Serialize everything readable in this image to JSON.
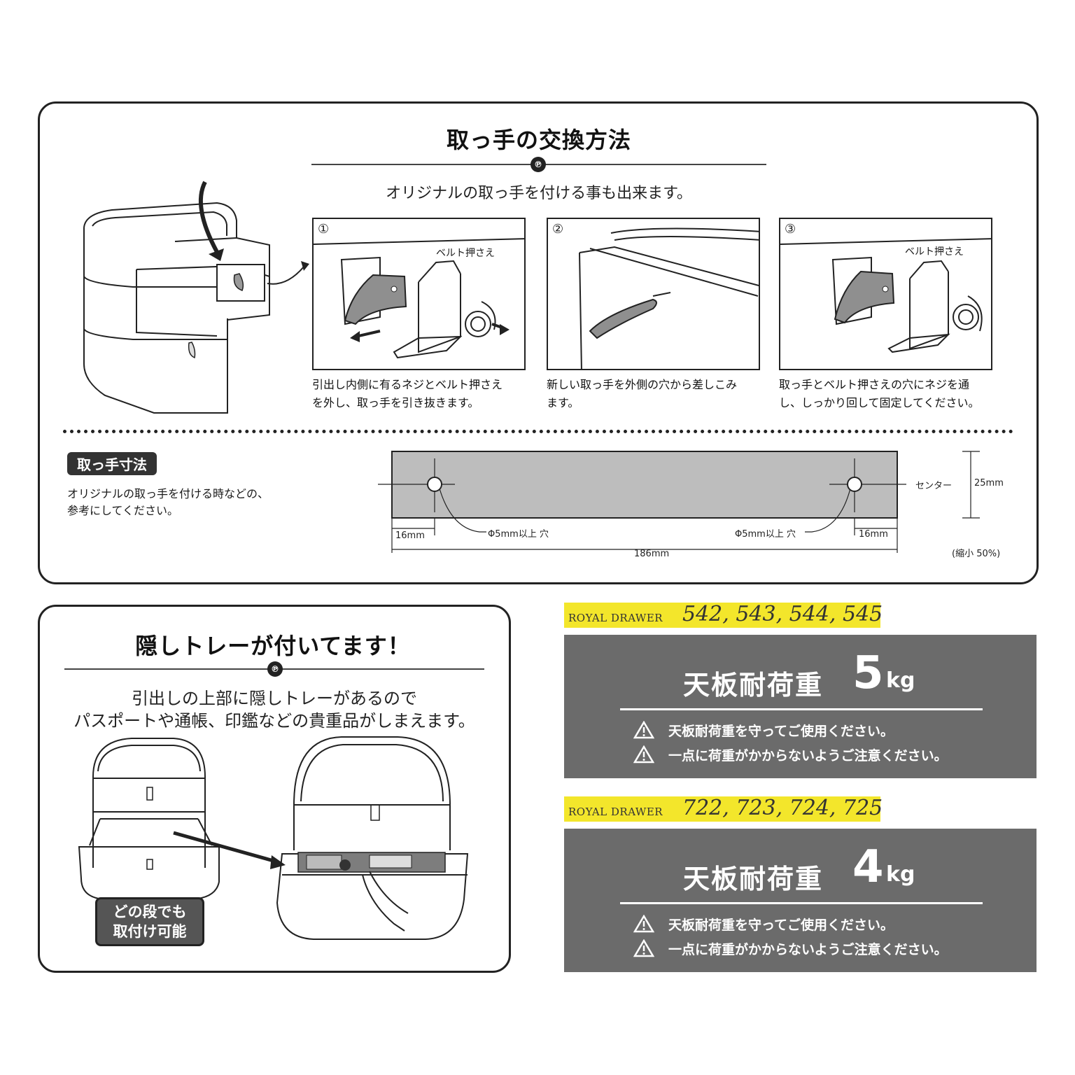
{
  "handle_section": {
    "title": "取っ手の交換方法",
    "subtitle": "オリジナルの取っ手を付ける事も出来ます。",
    "steps": [
      {
        "num": "①",
        "label": "ベルト押さえ",
        "caption_1": "引出し内側に有るネジとベルト押さえ",
        "caption_2": "を外し、取っ手を引き抜きます。"
      },
      {
        "num": "②",
        "caption_1": "新しい取っ手を外側の穴から差しこみ",
        "caption_2": "ます。"
      },
      {
        "num": "③",
        "label": "ベルト押さえ",
        "caption_1": "取っ手とベルト押さえの穴にネジを通",
        "caption_2": "し、しっかり回して固定してください。"
      }
    ]
  },
  "dimension_section": {
    "tag": "取っ手寸法",
    "note_1": "オリジナルの取っ手を付ける時などの、",
    "note_2": "参考にしてください。",
    "center_label": "センター",
    "height_label": "25mm",
    "hole_left_label": "Φ5mm以上 穴",
    "hole_right_label": "Φ5mm以上 穴",
    "left_offset": "16mm",
    "right_offset": "16mm",
    "total_width": "186mm",
    "scale_note": "(縮小 50%)"
  },
  "tray_section": {
    "title": "隠しトレーが付いてます！",
    "caption_1": "引出しの上部に隠しトレーがあるので",
    "caption_2": "パスポートや通帳、印鑑などの貴重品がしまえます。",
    "badge_1": "どの段でも",
    "badge_2": "取付け可能"
  },
  "load_specs": [
    {
      "brand": "ROYAL DRAWER",
      "models": "542, 543, 544, 545",
      "heading": "天板耐荷重",
      "value": "5",
      "unit": "kg",
      "warning_1": "天板耐荷重を守ってご使用ください。",
      "warning_2": "一点に荷重がかからないようご注意ください。"
    },
    {
      "brand": "ROYAL DRAWER",
      "models": "722, 723, 724, 725",
      "heading": "天板耐荷重",
      "value": "4",
      "unit": "kg",
      "warning_1": "天板耐荷重を守ってご使用ください。",
      "warning_2": "一点に荷重がかからないようご注意ください。"
    }
  ],
  "colors": {
    "highlight": "#f3e62b",
    "spec_panel": "#6b6b6b",
    "handle_fill": "#bdbdbd"
  }
}
